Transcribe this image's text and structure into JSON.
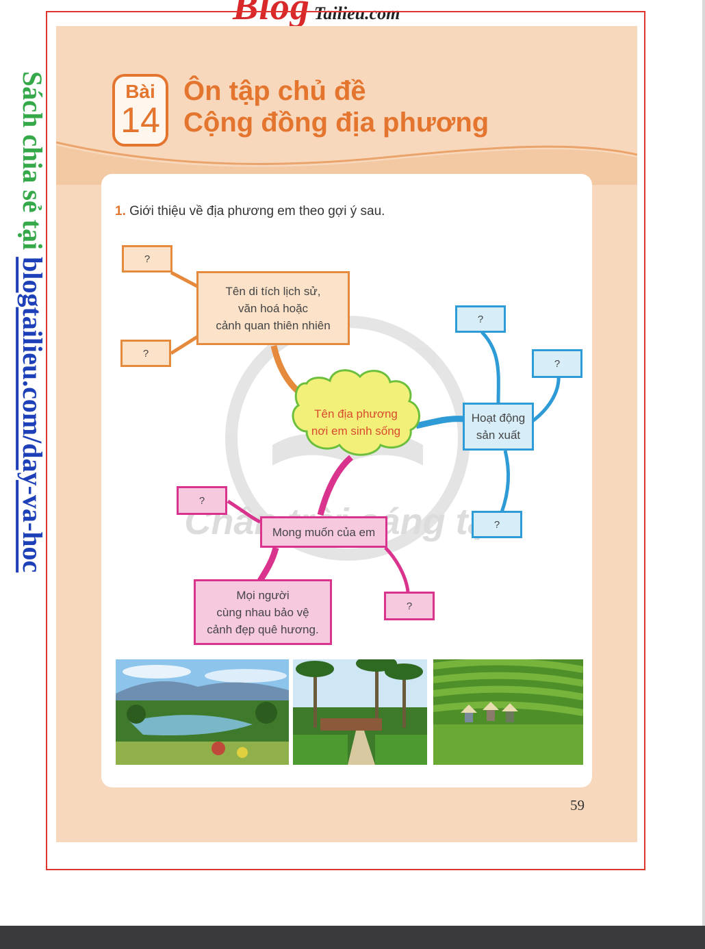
{
  "site_logo": {
    "big": "Blog",
    "small": "Tailieu.com"
  },
  "sidebar": {
    "prefix": "Sách chia sẻ tại ",
    "link": "blogtailieu.com/day-va-hoc"
  },
  "lesson": {
    "label": "Bài",
    "number": "14",
    "title_line1": "Ôn tập chủ đề",
    "title_line2": "Cộng đồng địa phương"
  },
  "question": {
    "number": "1.",
    "text": "Giới thiệu về địa phương em theo gợi ý sau."
  },
  "mindmap": {
    "center": {
      "line1": "Tên địa phương",
      "line2": "nơi em sinh sống"
    },
    "heritage": {
      "line1": "Tên di tích lịch sử,",
      "line2": "văn hoá hoặc",
      "line3": "cảnh quan thiên nhiên"
    },
    "production": {
      "line1": "Hoạt động",
      "line2": "sản xuất"
    },
    "wish": "Mong muốn của em",
    "wish_example": {
      "line1": "Mọi người",
      "line2": "cùng nhau bảo vệ",
      "line3": "cảnh đẹp quê hương."
    },
    "placeholder": "?"
  },
  "watermark": "Chân trời sáng tạo",
  "page_number": "59",
  "colors": {
    "orange": "#e58a3c",
    "blue": "#2e9bd6",
    "pink": "#d9338e",
    "page_bg": "#f8d8bd",
    "title": "#e4752e"
  }
}
